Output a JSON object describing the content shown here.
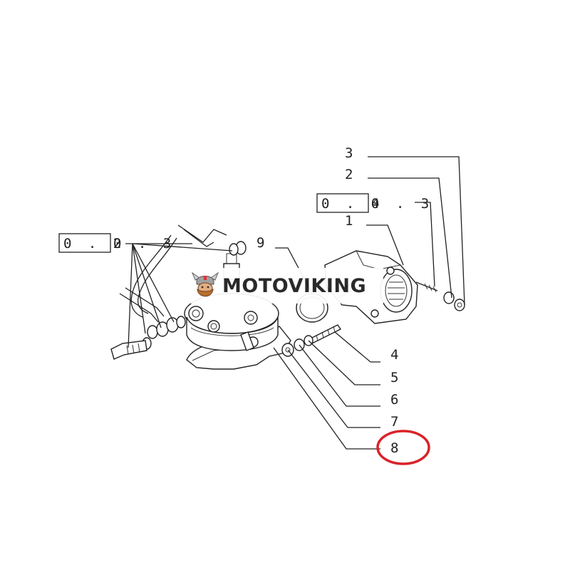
{
  "diagram": {
    "ref_boxes": [
      {
        "id": "ref-0-20-3",
        "boxed": "0 . 2",
        "suffix": "0 . 3"
      },
      {
        "id": "ref-0-04-3",
        "boxed": "0 . 0",
        "suffix": "4 . 3"
      }
    ],
    "callouts": [
      "1",
      "2",
      "3",
      "4",
      "5",
      "6",
      "7",
      "8",
      "9"
    ],
    "highlighted_callout": "8",
    "highlight_color": "#d9232a",
    "line_color": "#222222"
  },
  "watermark": {
    "text": "MOTOVIKING",
    "logo_icon": "viking-head-icon"
  }
}
